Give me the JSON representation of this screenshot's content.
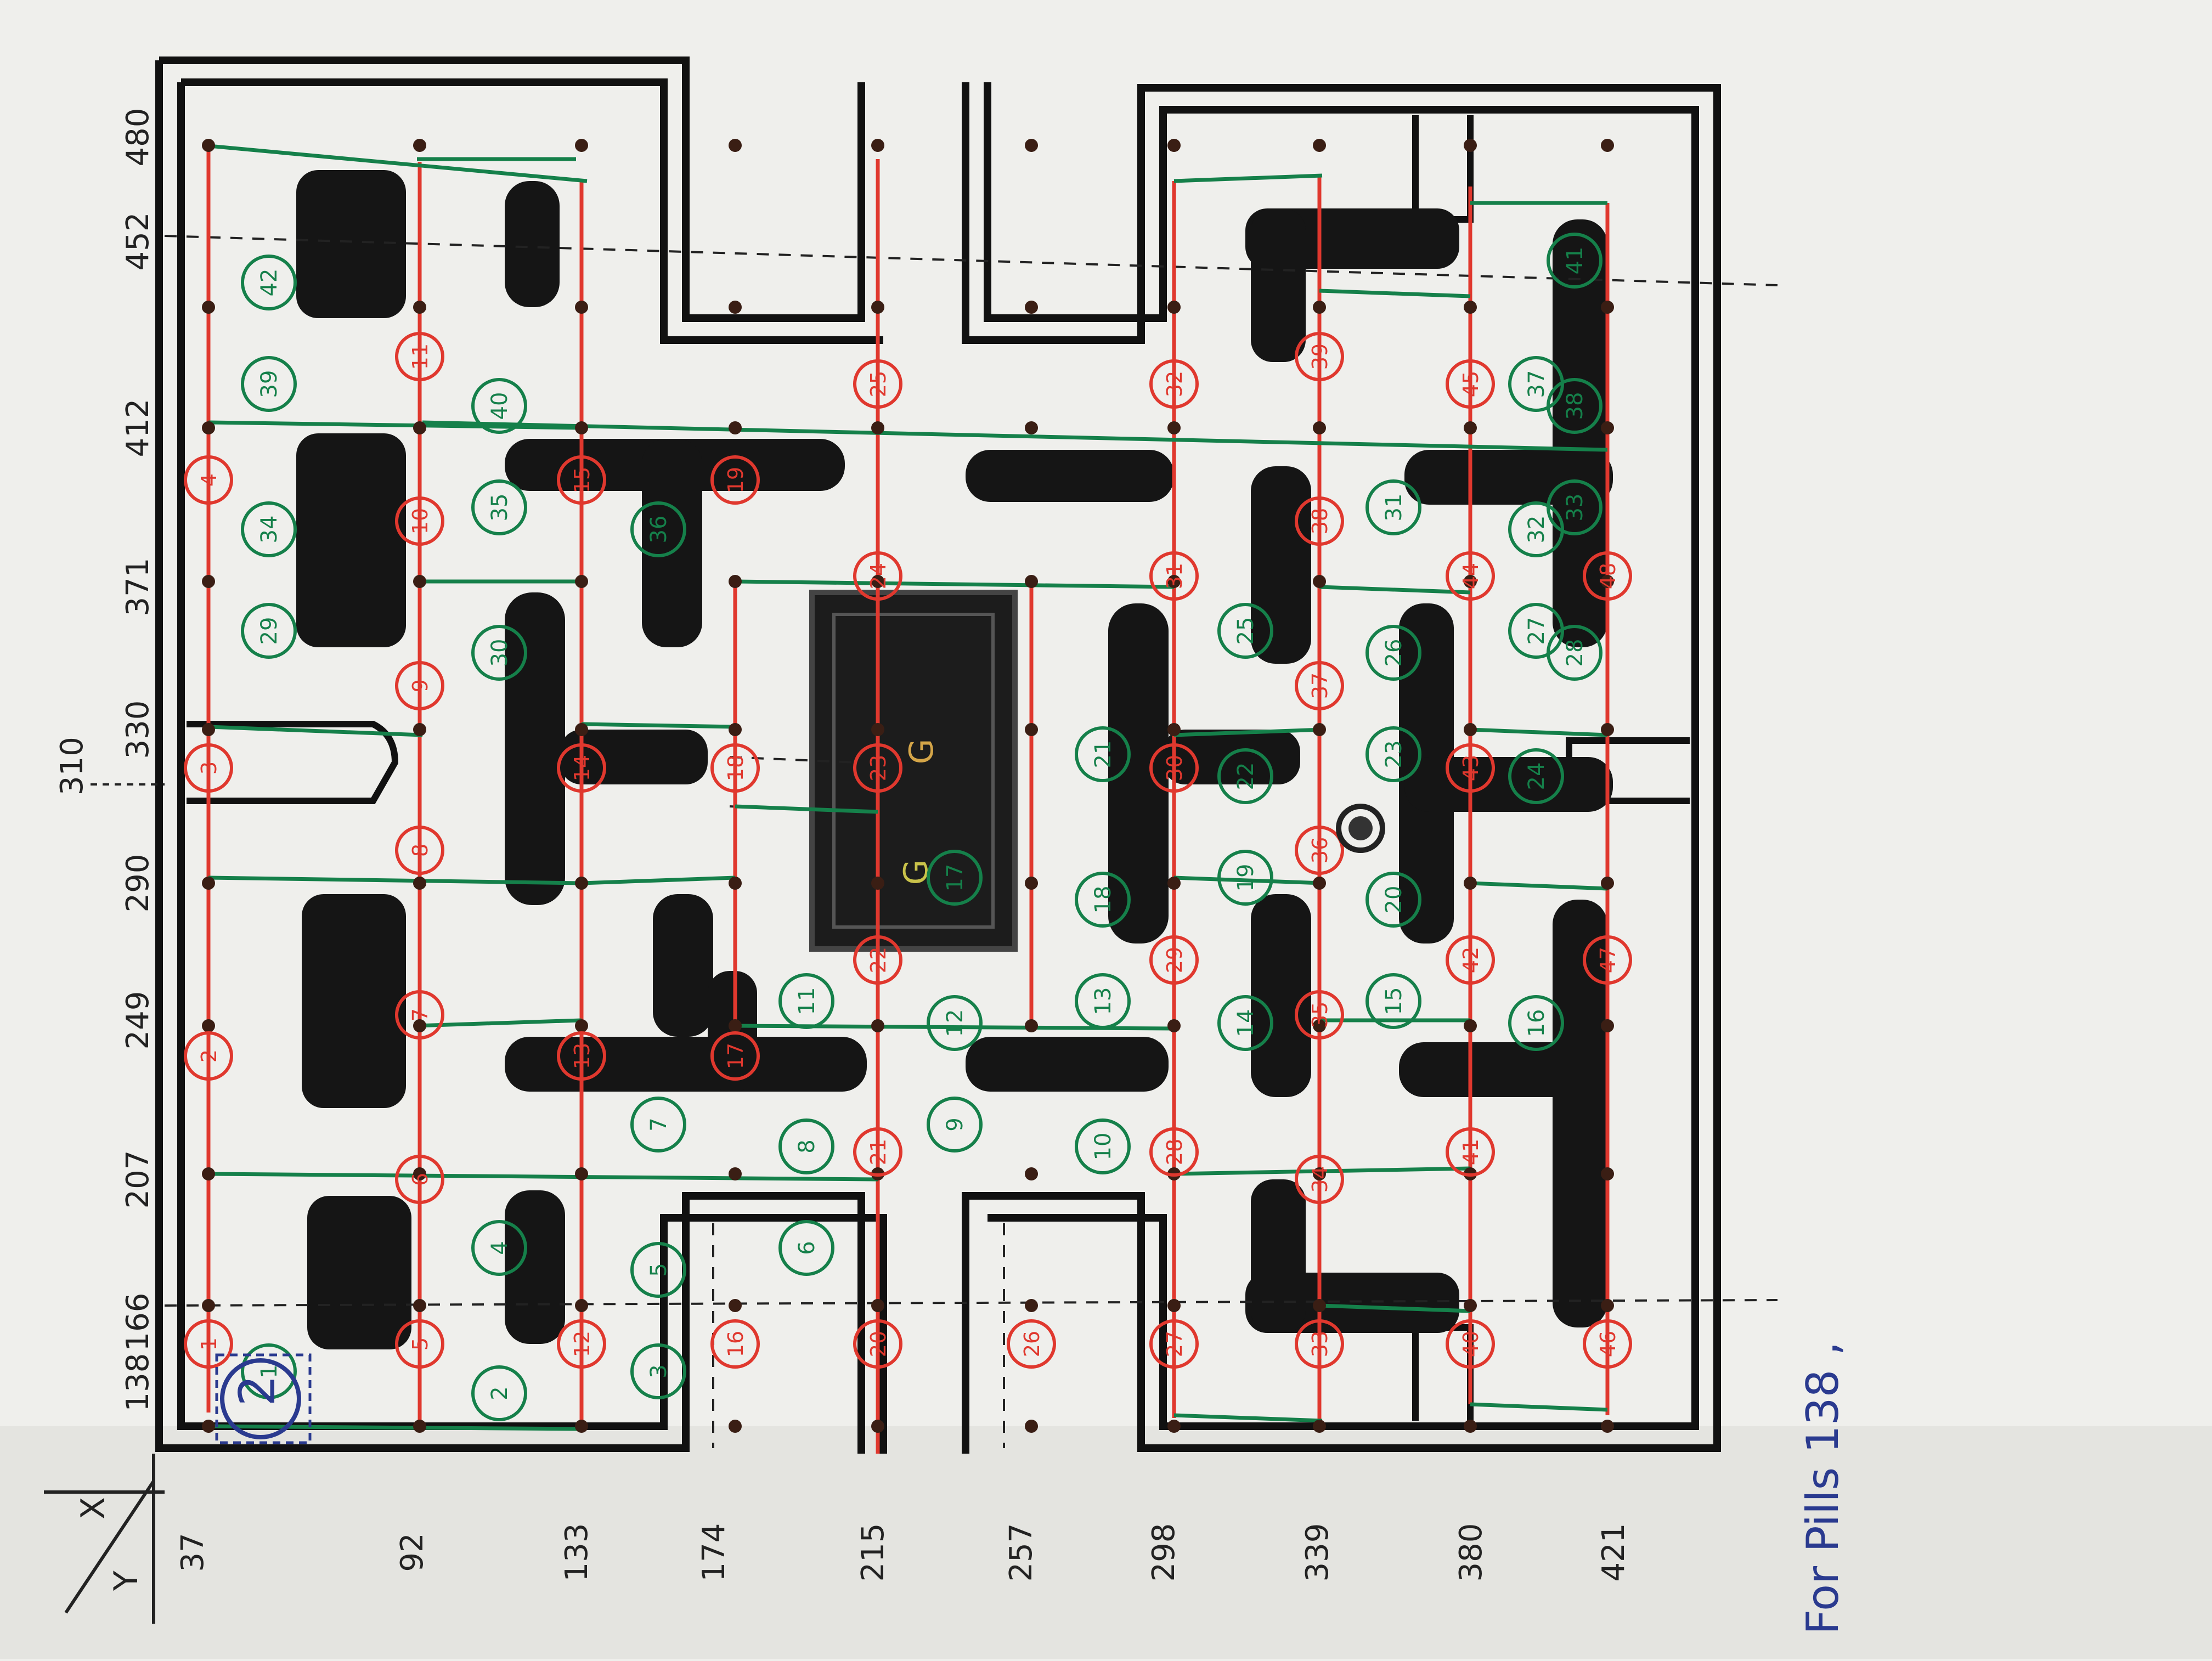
{
  "top_axis": {
    "labels": [
      "138",
      "166",
      "207",
      "249",
      "290",
      "330",
      "371",
      "412",
      "452",
      "480"
    ],
    "extra_label": "310"
  },
  "left_axis": {
    "labels": [
      "37",
      "92",
      "133",
      "174",
      "215",
      "257",
      "298",
      "339",
      "380",
      "421"
    ]
  },
  "corner_axes": {
    "x_label": "X",
    "y_label": "Y"
  },
  "pills_note": "For Pills 138 ,",
  "start_marker": "2",
  "ghost_house_marks": [
    "G",
    "G"
  ],
  "colors": {
    "paper": "#efefec",
    "wall": "#111111",
    "red_path": "#e0382e",
    "green_path": "#15804a",
    "blue_ink": "#2a3a8f",
    "pencil": "#222222"
  },
  "rows": {
    "r1": [
      "1",
      "2",
      "3",
      "4"
    ],
    "r2": [
      "5",
      "6",
      "7",
      "8",
      "9",
      "10",
      "11"
    ],
    "r3": [
      "12",
      "13",
      "14",
      "15"
    ],
    "r4": [
      "16",
      "17",
      "18",
      "19"
    ],
    "r5": [
      "20",
      "21",
      "22",
      "23",
      "24",
      "25"
    ],
    "r6": [
      "26"
    ],
    "r7": [
      "27",
      "28",
      "29",
      "30",
      "31",
      "32"
    ],
    "r8": [
      "33",
      "34",
      "35",
      "36",
      "37",
      "38",
      "39"
    ],
    "r9": [
      "40",
      "41",
      "42",
      "43",
      "44",
      "45"
    ],
    "r10": [
      "46",
      "47",
      "48"
    ]
  },
  "cols": {
    "c1": [
      "1",
      "2",
      "3"
    ],
    "c2": [
      "4",
      "5",
      "6"
    ],
    "c3": [
      "7",
      "8",
      "9",
      "10"
    ],
    "c4": [
      "11",
      "12",
      "13",
      "14",
      "15",
      "16"
    ],
    "c5": [
      "17",
      "18",
      "19",
      "20"
    ],
    "c6": [
      "21",
      "22",
      "23",
      "24"
    ],
    "c7": [
      "25",
      "26",
      "27",
      "28",
      "29",
      "30"
    ],
    "c8": [
      "31",
      "32",
      "33",
      "34",
      "35",
      "36"
    ],
    "c9": [
      "37",
      "38",
      "39",
      "40"
    ],
    "c10": [
      "41",
      "42"
    ]
  }
}
